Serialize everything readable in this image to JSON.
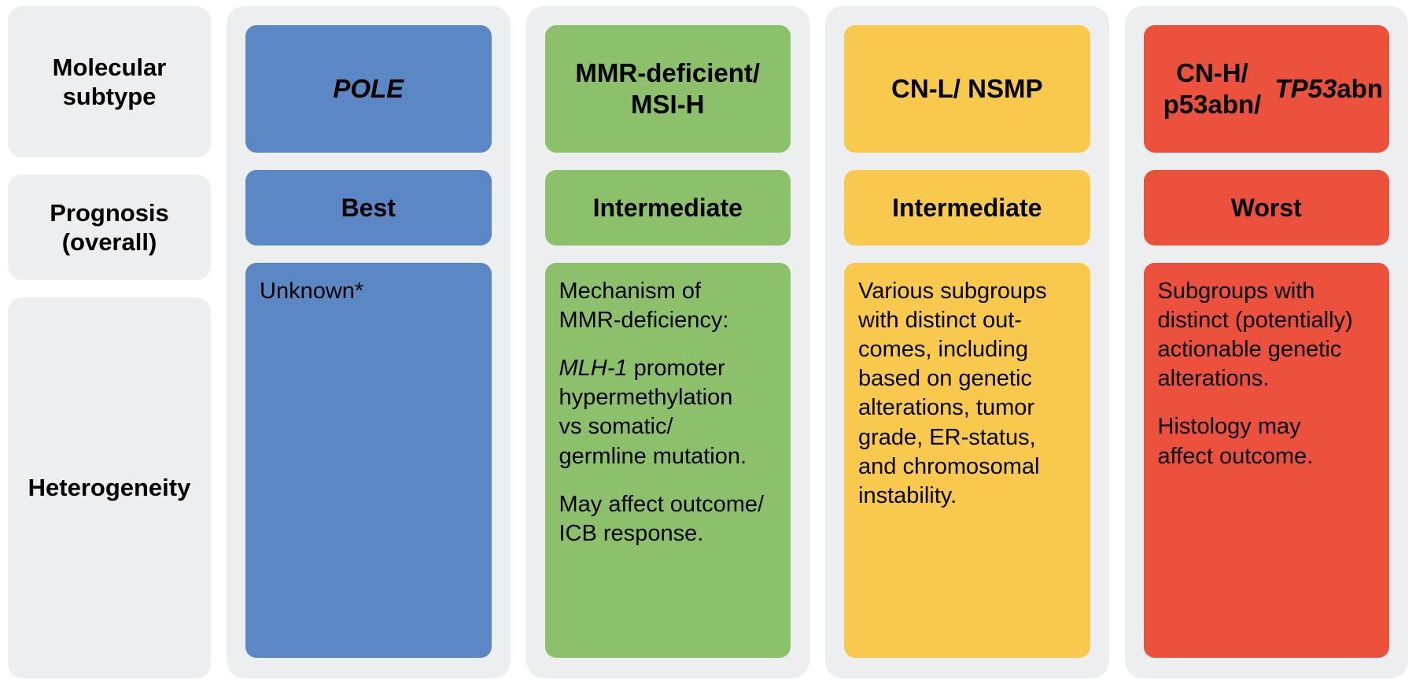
{
  "figure": {
    "type": "comparison-table",
    "row_labels": [
      "Molecular\nsubtype",
      "Prognosis\n(overall)",
      "Heterogeneity"
    ],
    "colors": {
      "panel_background": "#edeef0",
      "page_background": "#ffffff",
      "pole": "#5b87c5",
      "mmrd": "#8cc06b",
      "nsmp": "#f9c94e",
      "p53abn": "#eb513c",
      "text": "#000000"
    },
    "columns": [
      {
        "key": "pole",
        "color": "#5b87c5",
        "subtype_html": "<span class=\"ital\">POLE</span>",
        "subtype_text": "POLE",
        "prognosis": "Best",
        "heterogeneity_paragraphs": [
          "Unknown*"
        ]
      },
      {
        "key": "mmrd",
        "color": "#8cc06b",
        "subtype_html": "MMR-deficient/<br>MSI-H",
        "subtype_text": "MMR-deficient/ MSI-H",
        "prognosis": "Intermediate",
        "heterogeneity_paragraphs": [
          "Mechanism of\nMMR-deficiency:",
          "<span class=\"ital\">MLH-1</span> promoter\nhypermethylation\nvs somatic/\ngermline mutation.",
          "May affect outcome/\nICB response."
        ]
      },
      {
        "key": "nsmp",
        "color": "#f9c94e",
        "subtype_html": "CN-L/ NSMP",
        "subtype_text": "CN-L/ NSMP",
        "prognosis": "Intermediate",
        "heterogeneity_paragraphs": [
          "Various subgroups\nwith distinct out-\ncomes, including\nbased on genetic\nalterations, tumor\ngrade, ER-status,\nand chromosomal\ninstability."
        ]
      },
      {
        "key": "p53abn",
        "color": "#eb513c",
        "subtype_html": "CN-H/ p53abn/<br><span class=\"ital\">TP53</span>abn",
        "subtype_text": "CN-H/ p53abn/ TP53abn",
        "prognosis": "Worst",
        "heterogeneity_paragraphs": [
          "Subgroups with\ndistinct (potentially)\nactionable genetic\nalterations.",
          "Histology may\naffect outcome."
        ]
      }
    ]
  }
}
